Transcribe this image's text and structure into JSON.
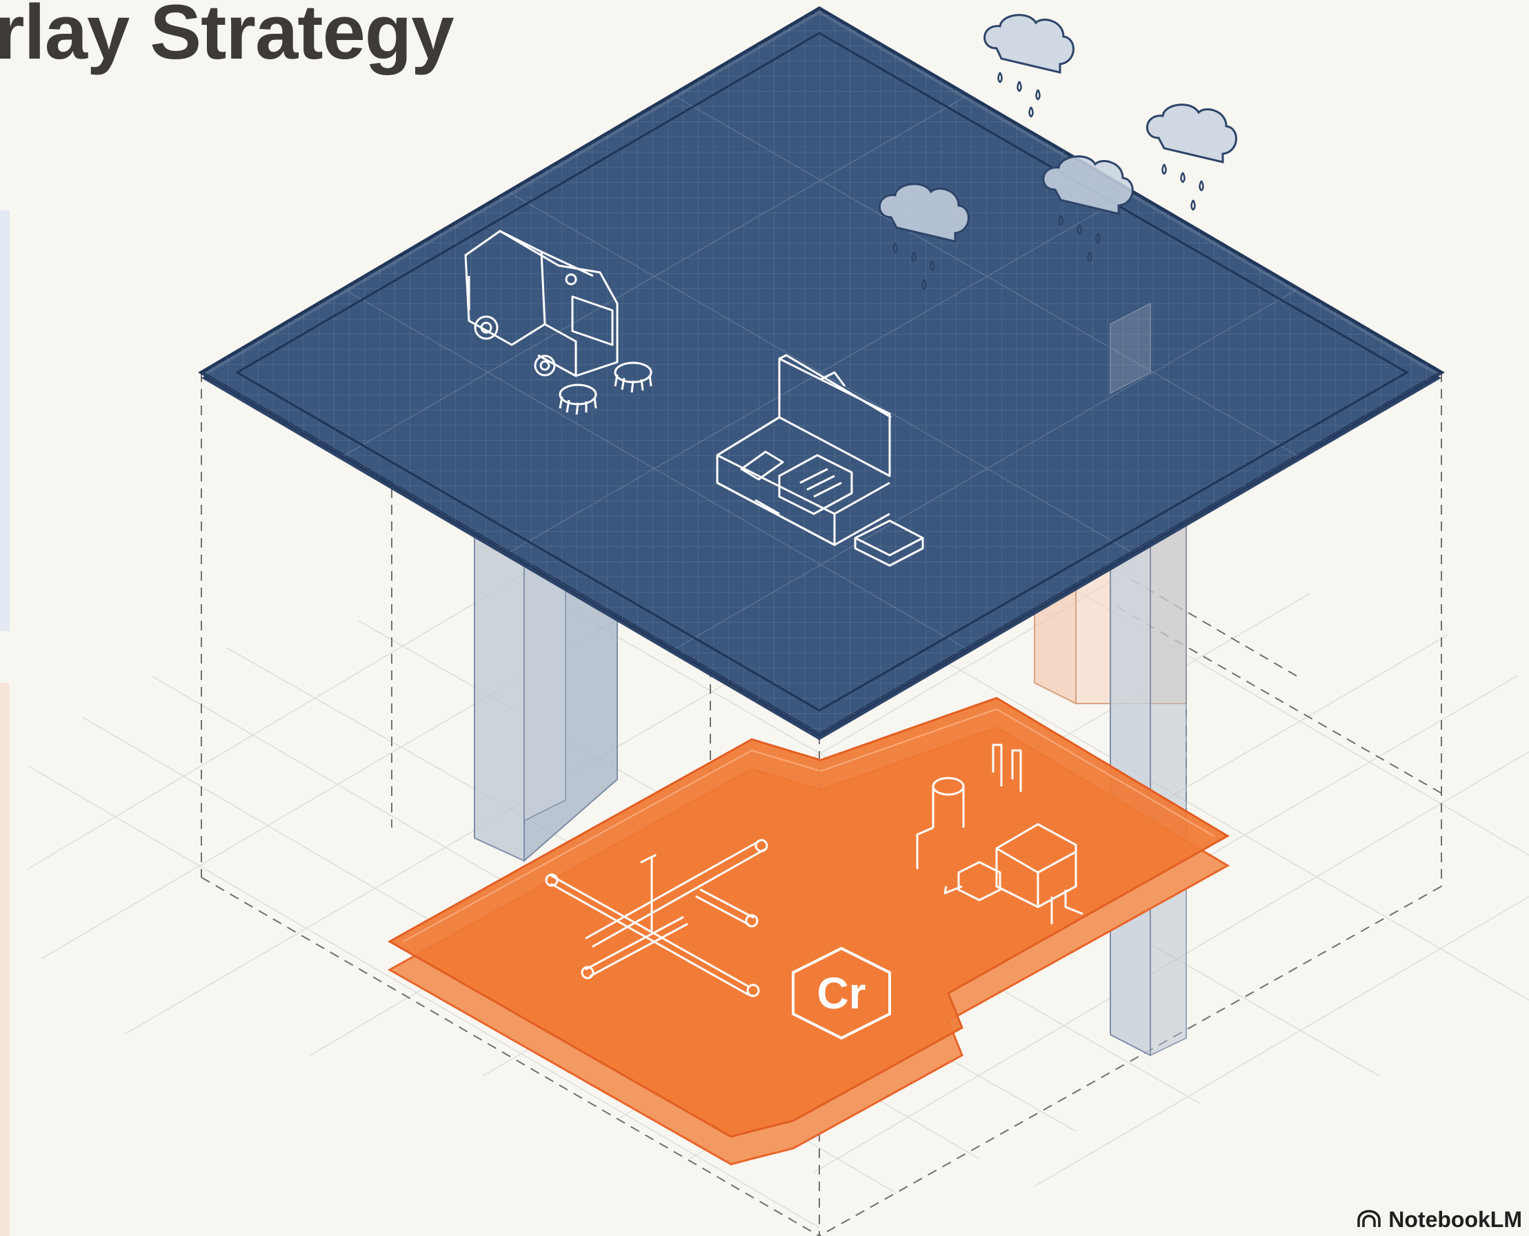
{
  "title": "rlay Strategy",
  "brand": {
    "name": "NotebookLM",
    "icon": "notebooklm-logo-icon"
  },
  "layers": {
    "top": {
      "color": "#3e5a80",
      "icons": [
        "street-sweeper-icon",
        "toolbox-icon",
        "rain-cloud-icon"
      ]
    },
    "bottom": {
      "color": "#f07a35",
      "icons": [
        "pipe-network-icon",
        "factory-icon",
        "chromium-element-icon"
      ],
      "element_symbol": "Cr"
    }
  },
  "colors": {
    "background": "#f8f6f1",
    "title": "#3d3a38",
    "navy": "#2d4468",
    "orange": "#f07a35"
  }
}
